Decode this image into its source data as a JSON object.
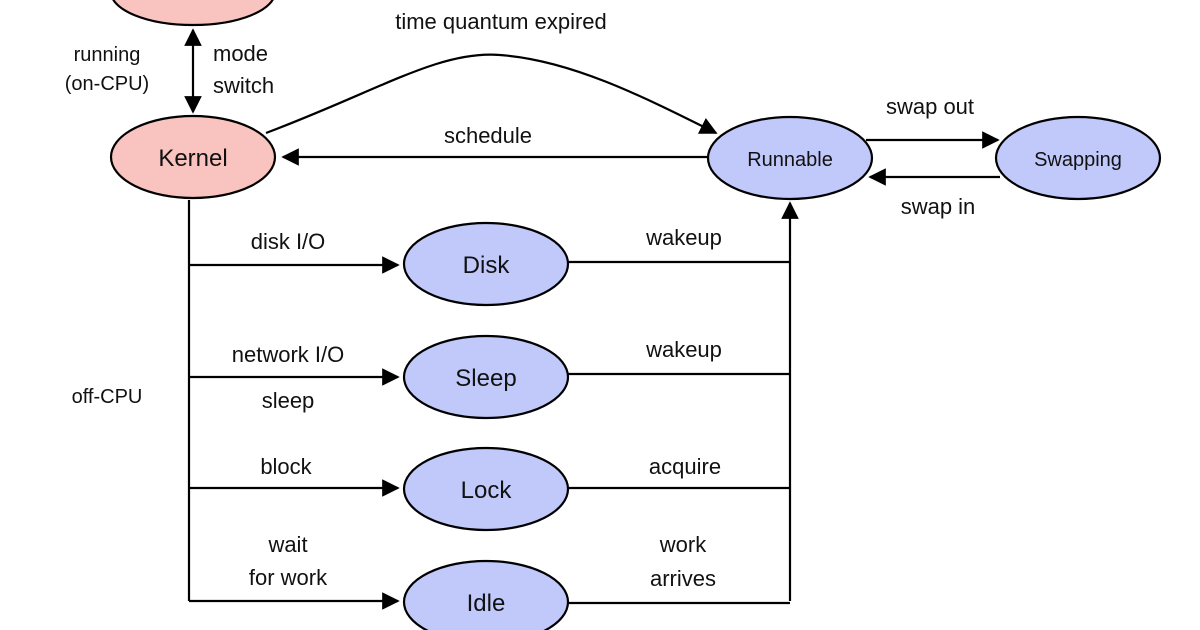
{
  "nodes": {
    "kernel": "Kernel",
    "runnable": "Runnable",
    "swapping": "Swapping",
    "disk": "Disk",
    "sleep": "Sleep",
    "lock": "Lock",
    "idle": "Idle"
  },
  "regions": {
    "running_line1": "running",
    "running_line2": "(on-CPU)",
    "off_cpu": "off-CPU"
  },
  "edges": {
    "mode_switch_line1": "mode",
    "mode_switch_line2": "switch",
    "top_caption_line2": "time quantum expired",
    "schedule": "schedule",
    "swap_out": "swap out",
    "swap_in": "swap in",
    "disk_io": "disk I/O",
    "network_io": "network I/O",
    "sleep": "sleep",
    "block": "block",
    "wait_line1": "wait",
    "wait_line2": "for work",
    "wakeup_disk": "wakeup",
    "wakeup_sleep": "wakeup",
    "acquire": "acquire",
    "work_line1": "work",
    "work_line2": "arrives"
  }
}
